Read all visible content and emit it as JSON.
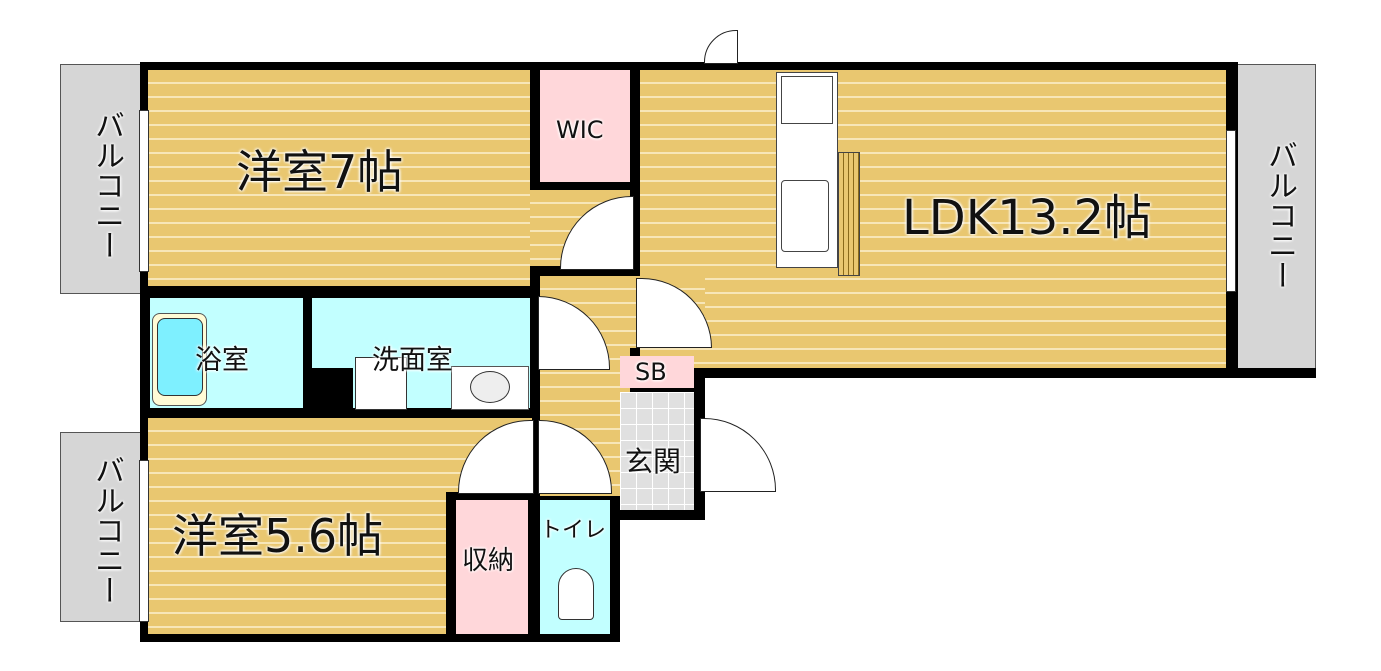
{
  "rooms": {
    "bedroom1": "洋室7帖",
    "wic": "WIC",
    "ldk": "LDK13.2帖",
    "bath": "浴室",
    "washroom": "洗面室",
    "sb": "SB",
    "entrance": "玄関",
    "bedroom2": "洋室5.6帖",
    "storage": "収納",
    "toilet": "トイレ"
  },
  "balconies": [
    "バルコニー",
    "バルコニー",
    "バルコニー"
  ],
  "colors": {
    "floor_wood": "#e9c770",
    "wet_area": "#c2ffff",
    "storage": "#ffd7da",
    "balcony": "#d6d6d6",
    "wall": "#000000"
  }
}
